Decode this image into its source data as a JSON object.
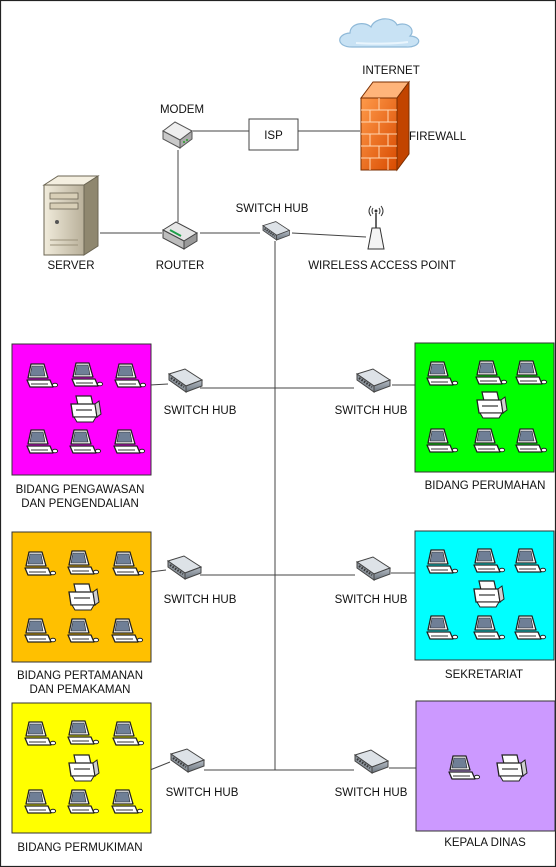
{
  "labels": {
    "internet": "INTERNET",
    "modem": "MODEM",
    "isp": "ISP",
    "firewall": "FIREWALL",
    "server": "SERVER",
    "router": "ROUTER",
    "switch_hub": "SWITCH HUB",
    "wireless_access_point": "WIRELESS ACCESS POINT"
  },
  "departments": [
    {
      "line1": "BIDANG PENGAWASAN",
      "line2": "DAN PENGENDALIAN",
      "color": "#ff00ff"
    },
    {
      "line1": "BIDANG PERUMAHAN",
      "line2": "",
      "color": "#00ff00"
    },
    {
      "line1": "BIDANG PERTAMANAN",
      "line2": "DAN PEMAKAMAN",
      "color": "#ffc000"
    },
    {
      "line1": "SEKRETARIAT",
      "line2": "",
      "color": "#00ffff"
    },
    {
      "line1": "BIDANG PERMUKIMAN",
      "line2": "",
      "color": "#ffff00"
    },
    {
      "line1": "KEPALA DINAS",
      "line2": "",
      "color": "#cc99ff"
    }
  ],
  "icons": {
    "cloud": "cloud-icon",
    "firewall": "firewall-icon",
    "modem": "modem-icon",
    "router": "router-icon",
    "server": "server-icon",
    "switch": "switch-hub-icon",
    "access_point": "wireless-access-point-icon",
    "computer": "computer-icon",
    "printer": "printer-icon"
  }
}
